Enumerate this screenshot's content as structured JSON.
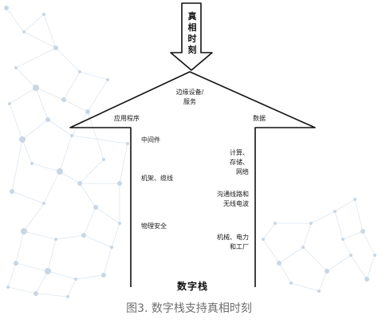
{
  "arrow_label": "真相时刻",
  "top_center_label": "边缘设备/\n服务",
  "left_wing_label": "应用程序",
  "right_wing_label": "数据",
  "left_labels": {
    "middleware": "中间件",
    "racks": "机架、缆线",
    "physical_security": "物理安全"
  },
  "right_labels": {
    "compute": "计算、\n存储、\n网络",
    "comms": "沟通线路和\n无线电波",
    "machinery": "机械、电力\n和工厂"
  },
  "stack_title": "数字栈",
  "caption": "图3. 数字栈支持真相时刻",
  "colors": {
    "network_node": "#c9d6e3",
    "network_line": "#dde6ef",
    "outline": "#111111",
    "arrow_fill": "#ffffff",
    "caption": "#6e6e6e"
  }
}
